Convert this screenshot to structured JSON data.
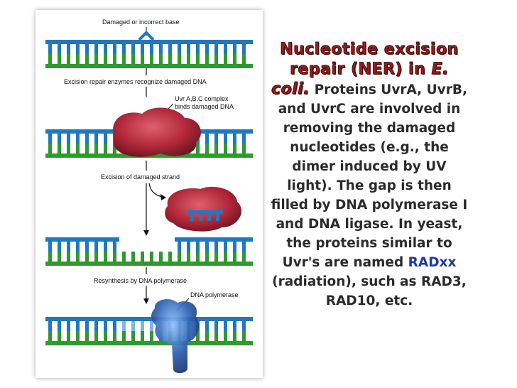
{
  "figure": {
    "labels": {
      "damaged_base": "Damaged or incorrect base",
      "recognize": "Excision repair enzymes recognize damaged DNA",
      "uvr_line1": "Uvr A,B,C complex",
      "uvr_line2": "binds damaged DNA",
      "excision": "Excision of damaged strand",
      "resynthesis": "Resynthesis by DNA polymerase",
      "polymerase": "DNA polymerase"
    },
    "colors": {
      "strand_blue": "#1f78c0",
      "strand_green": "#2e9a2e",
      "complex_red": "#b0283a",
      "polymerase_blue": "#2a5fb0"
    }
  },
  "text": {
    "title_part1": "Nucleotide excision repair (NER) in ",
    "title_species": "E. coli.",
    "body_part1": " Proteins UvrA, UvrB, and UvrC are involved in removing the damaged nucleotides (e.g., the dimer induced by UV light).  The gap is then filled by DNA polymerase I and DNA ligase.  In yeast,  the proteins similar to Uvr's are named ",
    "emphasis": "RADxx",
    "body_part2": " (radiation), such as RAD3, RAD10, etc."
  }
}
